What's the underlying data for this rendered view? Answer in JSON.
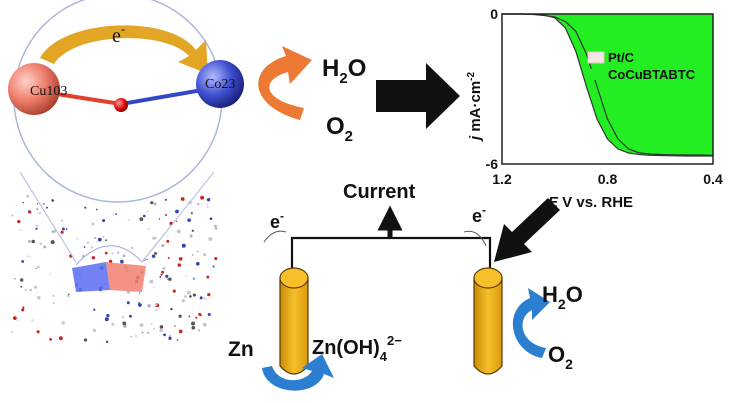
{
  "colors": {
    "cu_atom": "#ee7b6a",
    "co_atom": "#3f4fd0",
    "o_atom": "#dd1111",
    "electron_arrow": "#e2a526",
    "orr_arrow": "#ec7a34",
    "electrode": "#f2b51a",
    "zn_arrow": "#2c7fd0",
    "plot_green": "#22ee22",
    "plot_ptc": "#f6e6e6"
  },
  "molecule": {
    "electron_label": "e",
    "electron_sup": "-",
    "cu_label": "Cu103",
    "co_label": "Co23"
  },
  "orr": {
    "product": "H",
    "product_sub": "2",
    "product_tail": "O",
    "reactant": "O",
    "reactant_sub": "2"
  },
  "chart_data": {
    "type": "line",
    "xlabel_italic": "E",
    "xlabel_rest": " V vs. RHE",
    "ylabel_italic": "j",
    "ylabel_rest": " mA·cm",
    "ylabel_sup": "-2",
    "x_ticks": [
      "1.2",
      "0.8",
      "0.4"
    ],
    "y_ticks": [
      "0",
      "-6"
    ],
    "xlim": [
      1.2,
      0.4
    ],
    "ylim": [
      -6,
      0
    ],
    "legend_placement": "right",
    "series": [
      {
        "name": "Pt/C",
        "x": [
          1.2,
          1.16,
          1.12,
          1.08,
          1.04,
          1.0,
          0.96,
          0.92,
          0.88,
          0.84,
          0.8,
          0.76,
          0.72,
          0.68,
          0.64,
          0.6,
          0.55,
          0.5,
          0.45,
          0.4
        ],
        "y": [
          0,
          0,
          0,
          -0.02,
          -0.06,
          -0.12,
          -0.3,
          -0.7,
          -1.6,
          -2.9,
          -4.2,
          -5.0,
          -5.4,
          -5.55,
          -5.6,
          -5.62,
          -5.63,
          -5.64,
          -5.64,
          -5.65
        ]
      },
      {
        "name": "CoCuBTABTC",
        "x": [
          1.2,
          1.16,
          1.12,
          1.08,
          1.04,
          1.0,
          0.96,
          0.92,
          0.88,
          0.84,
          0.8,
          0.76,
          0.72,
          0.68,
          0.64,
          0.6,
          0.55,
          0.5,
          0.45,
          0.4
        ],
        "y": [
          0,
          0,
          0,
          -0.01,
          -0.04,
          -0.15,
          -0.55,
          -1.5,
          -2.9,
          -4.2,
          -5.0,
          -5.4,
          -5.56,
          -5.62,
          -5.65,
          -5.66,
          -5.67,
          -5.68,
          -5.68,
          -5.68
        ]
      }
    ]
  },
  "battery": {
    "current_label": "Current",
    "electron_left": "e",
    "electron_right": "e",
    "electron_sup": "-",
    "zn_label": "Zn",
    "zincate_main": "Zn(OH)",
    "zincate_sub": "4",
    "zincate_sup": "2−",
    "cathode_product": "H",
    "cathode_product_sub": "2",
    "cathode_product_tail": "O",
    "cathode_reactant": "O",
    "cathode_reactant_sub": "2"
  }
}
